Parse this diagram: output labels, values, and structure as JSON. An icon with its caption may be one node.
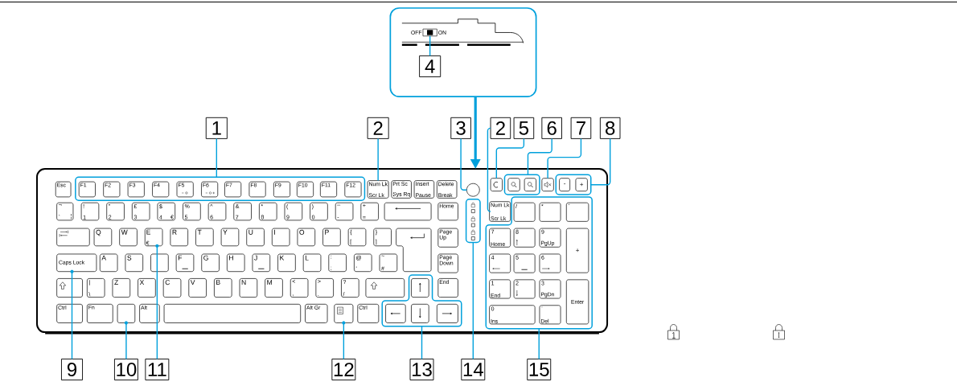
{
  "diagram": {
    "nodes": [
      {
        "text": [],
        "shape": "box"
      },
      {
        "text": [],
        "shape": "box",
        "in": 0,
        "beside": [
          "OFF",
          "ON"
        ]
      },
      {
        "text": [
          "4"
        ],
        "in": 0
      },
      {
        "text": [
          "1"
        ]
      },
      {
        "text": [
          "2"
        ]
      },
      {
        "text": [
          "3"
        ]
      },
      {
        "text": [
          "2"
        ]
      },
      {
        "text": [
          "5"
        ]
      },
      {
        "text": [
          "6"
        ]
      },
      {
        "text": [
          "7"
        ]
      },
      {
        "text": [
          "8"
        ]
      },
      {
        "text": [],
        "shape": "picture"
      },
      {
        "text": [],
        "shape": "box",
        "in": 11
      },
      {
        "text": [
          "Num Lk",
          "Scr Lk"
        ],
        "in": 11
      },
      {
        "text": [],
        "shape": "circle",
        "in": 11
      },
      {
        "text": [],
        "shape": "box",
        "in": 11
      },
      {
        "text": [],
        "shape": "box",
        "in": 11
      },
      {
        "text": [],
        "shape": "box",
        "in": 11
      },
      {
        "text": [],
        "shape": "box",
        "in": 11
      },
      {
        "text": [],
        "shape": "box",
        "in": 11
      },
      {
        "text": [
          "Num Lk",
          "Scr Lk"
        ],
        "in": 11
      },
      {
        "text": [],
        "shape": "box",
        "in": 11
      },
      {
        "text": [
          "E",
          "€"
        ],
        "in": 11
      },
      {
        "text": [
          "Caps Lock"
        ],
        "in": 11
      },
      {
        "text": [],
        "shape": "box",
        "in": 11
      },
      {
        "text": [],
        "shape": "box",
        "in": 11
      },
      {
        "text": [],
        "shape": "box",
        "in": 11
      },
      {
        "text": [],
        "shape": "box",
        "in": 11
      },
      {
        "text": [
          "9"
        ]
      },
      {
        "text": [
          "10"
        ]
      },
      {
        "text": [
          "11"
        ]
      },
      {
        "text": [
          "12"
        ]
      },
      {
        "text": [
          "13"
        ]
      },
      {
        "text": [
          "14"
        ]
      },
      {
        "text": [
          "15"
        ]
      }
    ],
    "edges": [
      {
        "from": 0,
        "to": 11,
        "arrow": "to",
        "style": "thick"
      },
      {
        "from": 2,
        "to": 1,
        "arrow": "none"
      },
      {
        "from": 3,
        "to": 12,
        "arrow": "none"
      },
      {
        "from": 4,
        "to": 13,
        "arrow": "none"
      },
      {
        "from": 5,
        "to": 14,
        "arrow": "none"
      },
      {
        "from": 6,
        "to": 20,
        "arrow": "none"
      },
      {
        "from": 7,
        "to": 15,
        "arrow": "none"
      },
      {
        "from": 8,
        "to": 16,
        "arrow": "none"
      },
      {
        "from": 9,
        "to": 17,
        "arrow": "none"
      },
      {
        "from": 10,
        "to": 18,
        "arrow": "none"
      },
      {
        "from": 28,
        "to": 23,
        "arrow": "other"
      },
      {
        "from": 29,
        "to": 25,
        "arrow": "other"
      },
      {
        "from": 30,
        "to": 22,
        "arrow": "other"
      },
      {
        "from": 31,
        "to": 27,
        "arrow": "other"
      },
      {
        "from": 32,
        "to": 24,
        "arrow": "none"
      },
      {
        "from": 33,
        "to": 19,
        "arrow": "none"
      },
      {
        "from": 34,
        "to": 21,
        "arrow": "none"
      }
    ],
    "labels": [
      "Esc",
      "F1",
      "F2",
      "F3",
      "F4",
      "F5",
      "F6",
      "F7",
      "F8",
      "F9",
      "F10",
      "F11",
      "F12",
      "Prt Sc",
      "Sys Rq",
      "Insert",
      "Pause",
      "Delete",
      "Break",
      "-",
      "+",
      "¬",
      "`",
      "¦",
      "!",
      "1",
      "\"",
      "2",
      "£",
      "3",
      "$",
      "4",
      "€",
      "%",
      "5",
      "^",
      "6",
      "&",
      "7",
      "*",
      "8",
      "(",
      "9",
      ")",
      "0",
      "_",
      "-",
      "+",
      "=",
      "Home",
      "/",
      "*",
      "-",
      "Q",
      "W",
      "R",
      "T",
      "Y",
      "U",
      "I",
      "O",
      "P",
      "{",
      "[",
      "}",
      "]",
      "Page Up",
      "7",
      "Home",
      "8",
      "9",
      "PgUp",
      "+",
      "A",
      "S",
      "F",
      "G",
      "H",
      "J",
      "K",
      "L",
      ":",
      ";",
      "@",
      "'",
      "~",
      "#",
      "Page Down",
      "4",
      "5",
      "6",
      "|",
      "\\",
      "Z",
      "X",
      "C",
      "V",
      "B",
      "N",
      "M",
      "<",
      ",",
      ">",
      ".",
      "?",
      "/",
      "End",
      "1",
      "End",
      "2",
      "3",
      "PgDn",
      "Enter",
      "Ctrl",
      "Fn",
      "Alt",
      "Alt Gr",
      "Ctrl",
      "0",
      "Ins",
      ".",
      "Del"
    ]
  }
}
